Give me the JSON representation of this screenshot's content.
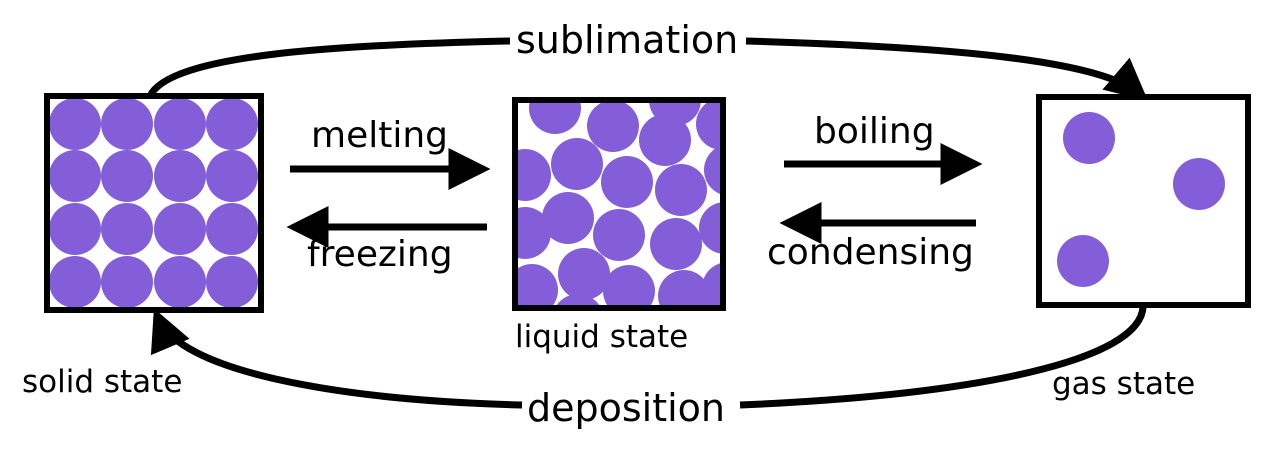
{
  "colors": {
    "particle": "#845ED8",
    "outline": "#000000",
    "background": "#FFFFFF"
  },
  "states": {
    "solid": {
      "label": "solid state",
      "particle_count": 16,
      "arrangement": "4x4 grid"
    },
    "liquid": {
      "label": "liquid state",
      "arrangement": "random close-packed"
    },
    "gas": {
      "label": "gas state",
      "particle_count": 3,
      "arrangement": "sparse"
    }
  },
  "processes": {
    "sublimation": {
      "label": "sublimation",
      "from": "solid",
      "to": "gas"
    },
    "deposition": {
      "label": "deposition",
      "from": "gas",
      "to": "solid"
    },
    "melting": {
      "label": "melting",
      "from": "solid",
      "to": "liquid"
    },
    "freezing": {
      "label": "freezing",
      "from": "liquid",
      "to": "solid"
    },
    "boiling": {
      "label": "boiling",
      "from": "liquid",
      "to": "gas"
    },
    "condensing": {
      "label": "condensing",
      "from": "gas",
      "to": "liquid"
    }
  }
}
